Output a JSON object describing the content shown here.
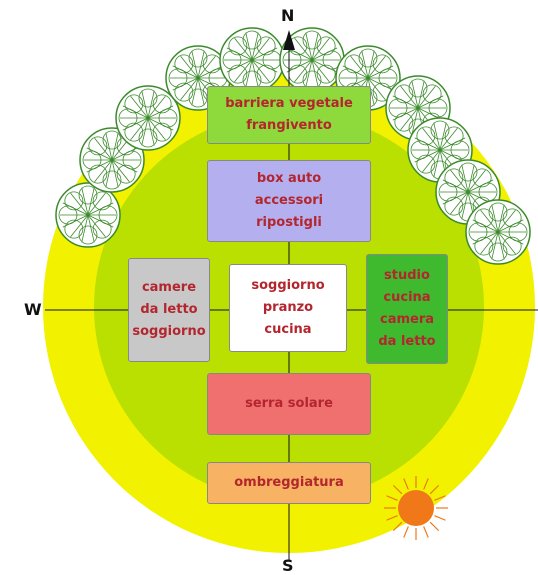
{
  "diagram": {
    "compass": {
      "north": "N",
      "west": "W",
      "south": "S"
    },
    "zones": {
      "windbreak": "barriera vegetale\nfrangivento",
      "garage": "box auto\naccessori\nripostigli",
      "west_rooms": "camere\nda letto\nsoggiorno",
      "center": "soggiorno\npranzo\ncucina",
      "east_rooms": "studio\ncucina\ncamera\nda letto",
      "greenhouse": "serra solare",
      "shading": "ombreggiatura"
    },
    "colors": {
      "outer_ring": "#f2f200",
      "inner_disc": "#b9e000",
      "windbreak_box": "#8ed93c",
      "garage_box": "#b4b0f0",
      "west_box": "#c8c8c8",
      "center_box": "#ffffff",
      "east_box": "#3fba2e",
      "greenhouse_box": "#f07070",
      "shading_box": "#f7b264",
      "text": "#b3262e",
      "sun": "#f07818",
      "trees": "#3a8a2a"
    },
    "icons": [
      "tree-icon",
      "sun-icon",
      "north-arrow-icon"
    ]
  }
}
